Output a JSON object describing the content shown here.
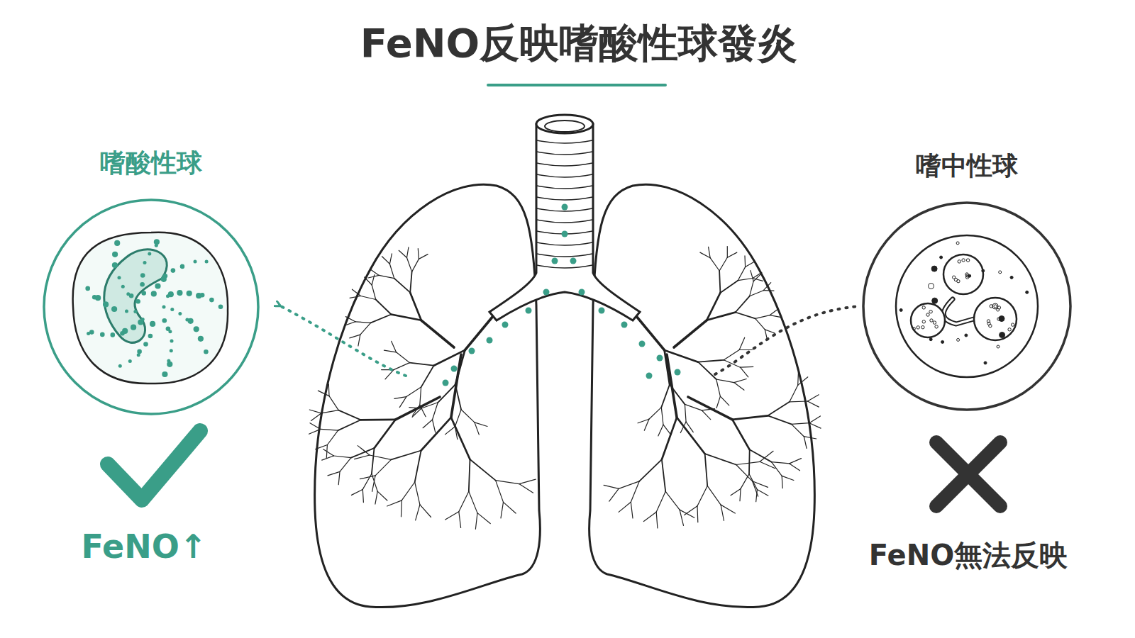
{
  "diagram": {
    "title": "FeNO反映嗜酸性球發炎",
    "nodes": [
      {
        "text": [
          "嗜酸性球"
        ]
      },
      {
        "text": [
          "嗜中性球"
        ]
      }
    ],
    "labels": [
      "FeNO↑",
      "FeNO無法反映"
    ]
  }
}
